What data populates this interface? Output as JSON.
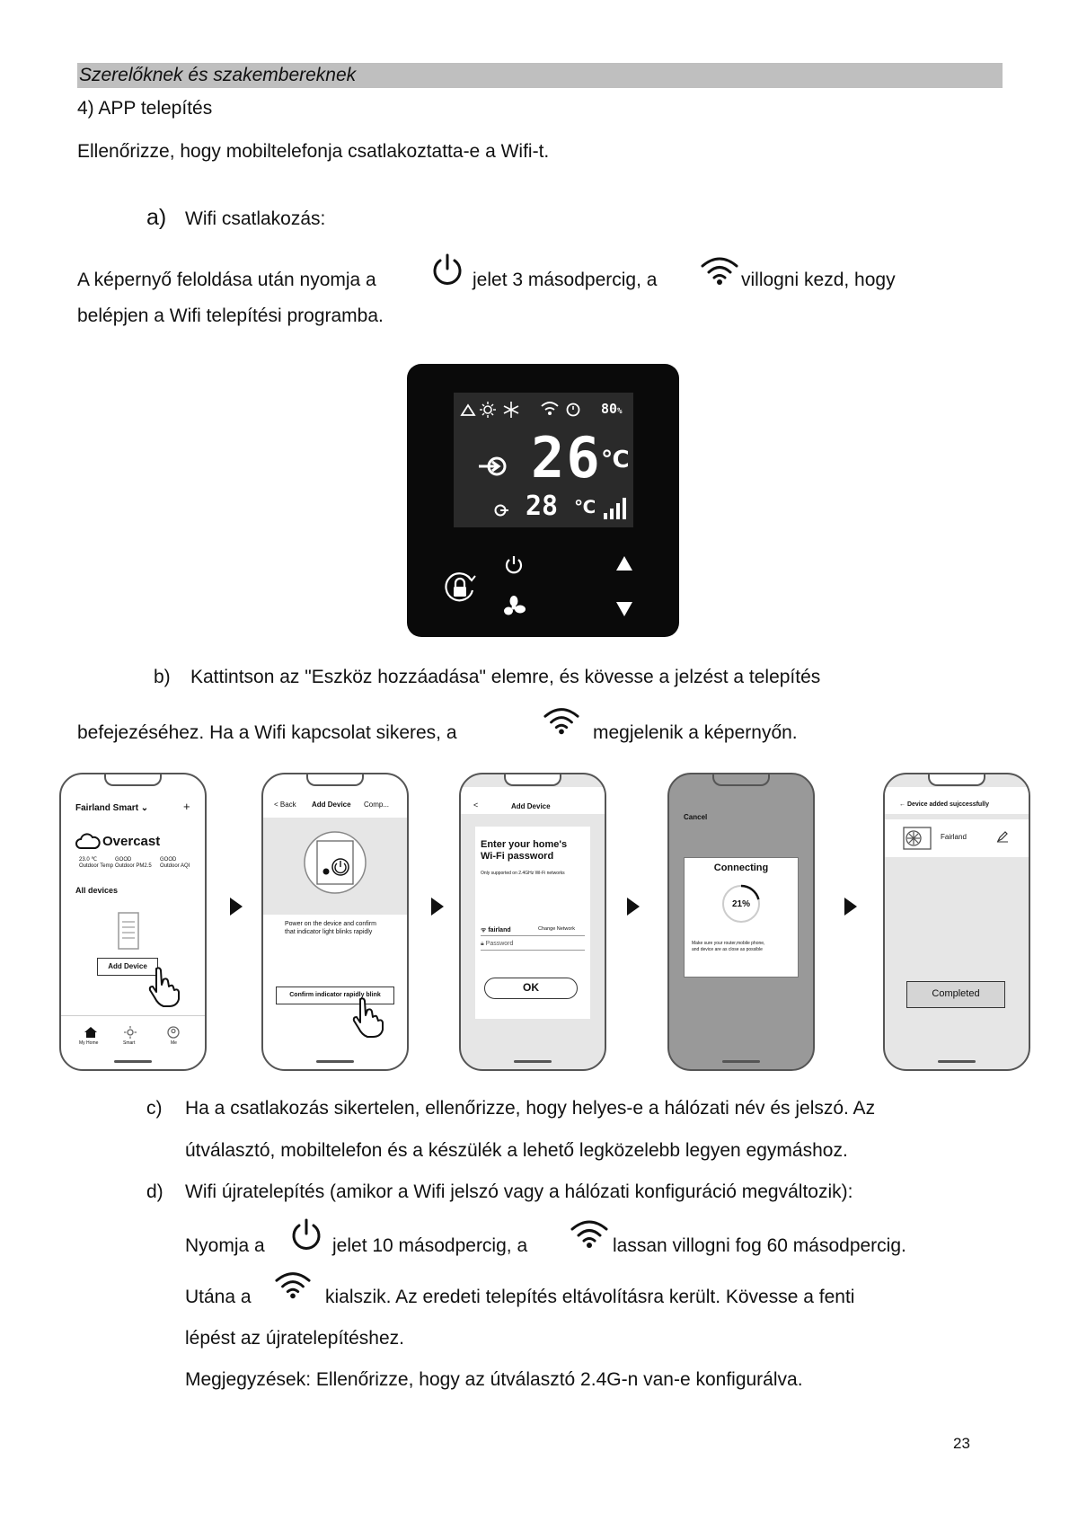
{
  "header": {
    "section_title": "Szerelőknek és szakembereknek"
  },
  "heading": "4)  APP telepítés",
  "intro": "Ellenőrizze, hogy mobiltelefonja csatlakoztatta-e a Wifi-t.",
  "step_a": {
    "label": "a)",
    "title": "Wifi csatlakozás:",
    "line1_part1": "A képernyő feloldása után nyomja a",
    "line1_part2": "jelet 3 másodpercig, a",
    "line1_part3": "villogni kezd, hogy",
    "line2": "belépjen a Wifi telepítési programba."
  },
  "controller": {
    "percent": "80",
    "percent_unit": "%",
    "main_temp": "26",
    "main_unit": "℃",
    "sub_temp": "28",
    "sub_unit": "℃"
  },
  "step_b": {
    "label": "b)",
    "line1": "Kattintson az \"Eszköz hozzáadása\" elemre, és kövesse a jelzést a telepítés",
    "line2_part1": "befejezéséhez.    Ha a Wifi kapcsolat sikeres, a",
    "line2_part2": "megjelenik a képernyőn."
  },
  "phones": {
    "p1": {
      "app_name": "Fairland Smart",
      "plus": "+",
      "weather": "Overcast",
      "stats": [
        {
          "value": "23.0 ℃",
          "label": "Outdoor Temp"
        },
        {
          "value": "GOOD",
          "label": "Outdoor PM2.5"
        },
        {
          "value": "GOOD",
          "label": "Outdoor AQI"
        }
      ],
      "all_devices": "All devices",
      "add_device": "Add Device",
      "nav": [
        "My Home",
        "Smart",
        "Me"
      ]
    },
    "p2": {
      "back": "< Back",
      "title": "Add Device",
      "right": "Comp...",
      "instruction_line1": "Power on the device and confirm",
      "instruction_line2": "that indicator light blinks rapidly",
      "confirm": "Confirm indicator rapidly blink"
    },
    "p3": {
      "back": "<",
      "title": "Add Device",
      "heading_line1": "Enter your home's",
      "heading_line2": "Wi-Fi password",
      "note": "Only supported on 2.4GHz Wi-Fi networks",
      "network": "fairland",
      "change": "Change Network",
      "password": "Password",
      "ok": "OK"
    },
    "p4": {
      "cancel": "Cancel",
      "title": "Connecting",
      "progress": "21%",
      "progress_value": 0.21,
      "note_line1": "Make sure your router,mobile phone,",
      "note_line2": "and device are as close as possible"
    },
    "p5": {
      "title": "← Device added sujccessfully",
      "device": "Fairland",
      "completed": "Completed"
    }
  },
  "step_c": {
    "label": "c)",
    "line1": "Ha a csatlakozás sikertelen, ellenőrizze, hogy helyes-e a hálózati név és jelszó. Az",
    "line2": "útválasztó, mobiltelefon és a készülék a lehető legközelebb legyen egymáshoz."
  },
  "step_d": {
    "label": "d)",
    "line1": "Wifi újratelepítés (amikor a Wifi jelszó vagy a hálózati konfiguráció megváltozik):",
    "line2_part1": "Nyomja a",
    "line2_part2": "jelet 10 másodpercig, a",
    "line2_part3": "lassan villogni fog 60 másodpercig.",
    "line3_part1": "Utána a",
    "line3_part2": "kialszik. Az eredeti telepítés eltávolításra került. Kövesse a fenti",
    "line4": "lépést az újratelepítéshez.",
    "note": "Megjegyzések: Ellenőrizze, hogy az útválasztó 2.4G-n van-e konfigurálva."
  },
  "page_number": "23"
}
